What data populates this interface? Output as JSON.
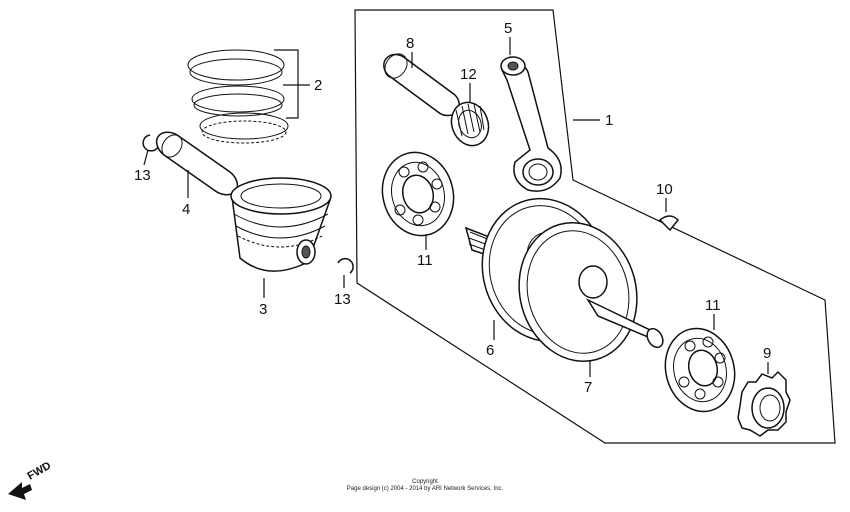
{
  "callouts": {
    "c1": "1",
    "c2": "2",
    "c3": "3",
    "c4": "4",
    "c5": "5",
    "c6": "6",
    "c7": "7",
    "c8": "8",
    "c9": "9",
    "c10": "10",
    "c11a": "11",
    "c11b": "11",
    "c12": "12",
    "c13a": "13",
    "c13b": "13"
  },
  "fwd_label": "FWD",
  "copyright": {
    "line1": "Copyright",
    "line2": "Page design (c) 2004 - 2014 by ARI Network Services, Inc."
  }
}
